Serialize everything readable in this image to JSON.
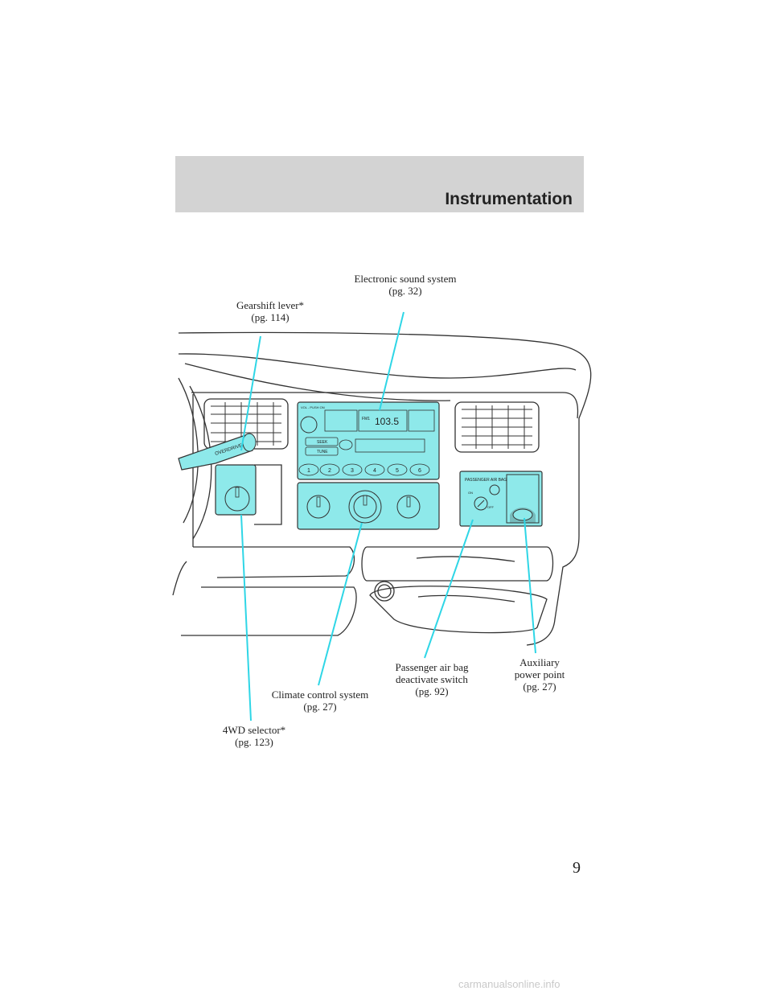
{
  "header": {
    "section_title": "Instrumentation"
  },
  "callouts": {
    "gearshift": {
      "line1": "Gearshift lever*",
      "line2": "(pg. 114)"
    },
    "sound": {
      "line1": "Electronic sound system",
      "line2": "(pg. 32)"
    },
    "climate": {
      "line1": "Climate control system",
      "line2": "(pg. 27)"
    },
    "airbag": {
      "line1": "Passenger air bag",
      "line2": "deactivate switch",
      "line3": "(pg. 92)"
    },
    "power": {
      "line1": "Auxiliary",
      "line2": "power point",
      "line3": "(pg. 27)"
    },
    "fourwd": {
      "line1": "4WD selector*",
      "line2": "(pg. 123)"
    }
  },
  "radio": {
    "vol_label": "VOL - PUSH ON",
    "band": "FM1",
    "frequency": "103.5",
    "seek_label": "SEEK",
    "tune_label": "TUNE",
    "presets": [
      "1",
      "2",
      "3",
      "4",
      "5",
      "6"
    ]
  },
  "airbag_panel": {
    "title": "PASSENGER AIR BAG",
    "on_label": "ON",
    "off_label": "OFF"
  },
  "overdrive_label": "OVERDRIVE",
  "page_number": "9",
  "watermark": "carmanualsonline.info",
  "colors": {
    "highlight": "#8ee9ea",
    "leader": "#2fd6e6",
    "header": "#d3d3d3"
  }
}
